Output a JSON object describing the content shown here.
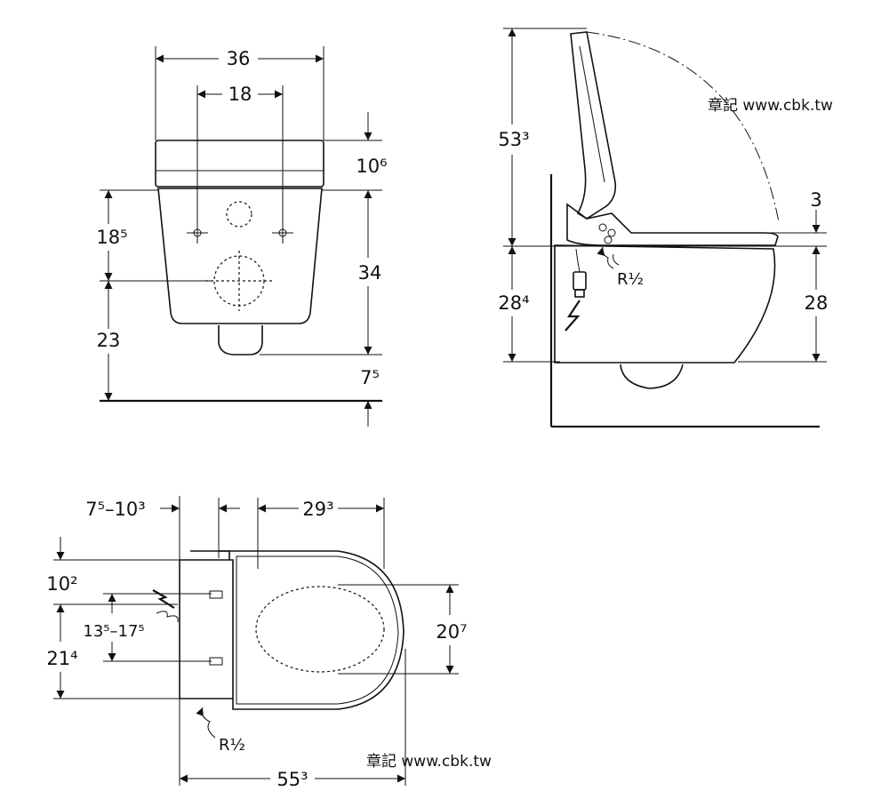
{
  "front_view": {
    "width_total": "36",
    "hole_spacing": "18",
    "lid_height": "10⁶",
    "hole_height": "18⁵",
    "bowl_height": "34",
    "floor_clearance": "23",
    "bottom_offset": "7⁵"
  },
  "side_view": {
    "lid_open_height": "53³",
    "seat_thickness": "3",
    "inlet_height": "28⁴",
    "rim_height": "28",
    "water_inlet": "R½"
  },
  "top_view": {
    "wall_offset_range": "7⁵–10³",
    "seat_length": "29³",
    "lid_depth": "10²",
    "power_range": "13⁵–17⁵",
    "side_width": "21⁴",
    "seat_width": "20⁷",
    "water_inlet": "R½",
    "total_length": "55³"
  },
  "watermarks": [
    "章記 www.cbk.tw",
    "章記 www.cbk.tw"
  ],
  "colors": {
    "line": "#111111",
    "background": "#ffffff"
  }
}
